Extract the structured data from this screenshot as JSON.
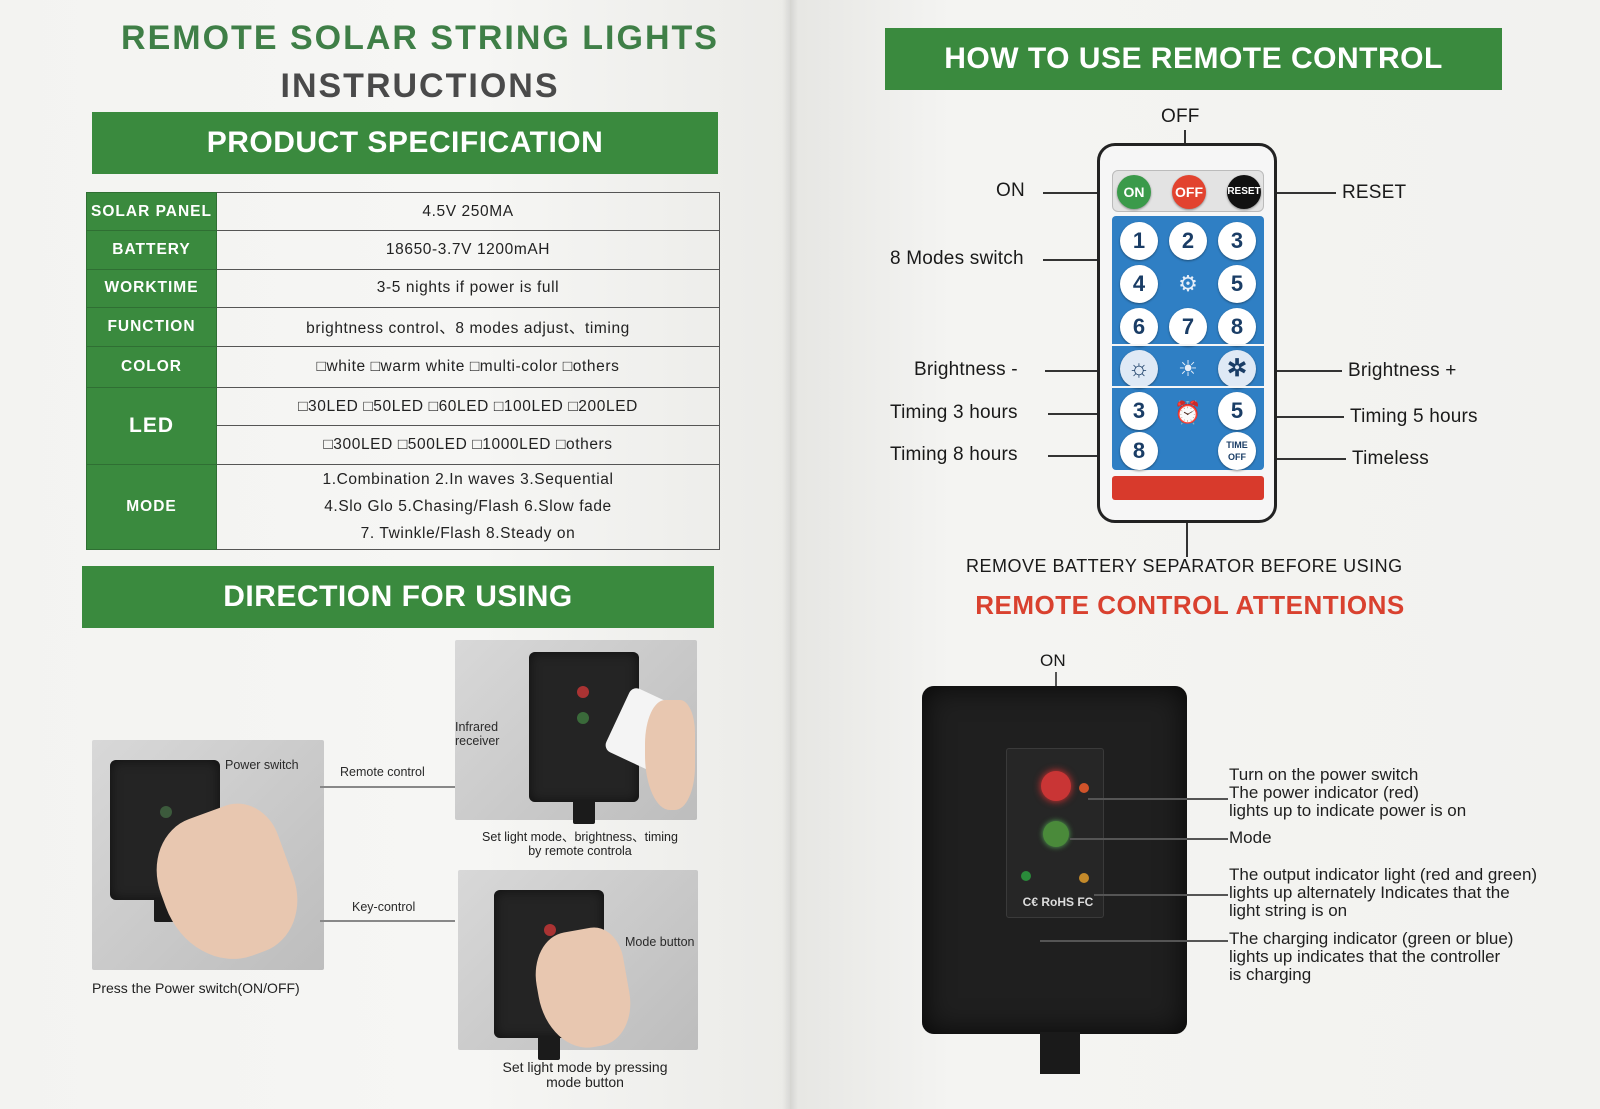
{
  "left": {
    "title_line1": "REMOTE SOLAR STRING LIGHTS",
    "title_line2": "INSTRUCTIONS",
    "spec_heading": "PRODUCT SPECIFICATION",
    "spec": {
      "solar_panel_label": "SOLAR PANEL",
      "solar_panel_value": "4.5V 250MA",
      "battery_label": "BATTERY",
      "battery_value": "18650-3.7V 1200mAH",
      "worktime_label": "WORKTIME",
      "worktime_value": "3-5 nights if power is full",
      "function_label": "FUNCTION",
      "function_value": "brightness control、8 modes adjust、timing",
      "color_label": "COLOR",
      "color_value": "□white □warm white □multi-color □others",
      "led_label": "LED",
      "led_value_1": "□30LED □50LED □60LED □100LED □200LED",
      "led_value_2": "□300LED □500LED □1000LED □others",
      "mode_label": "MODE",
      "mode_value_1": "1.Combination 2.In waves 3.Sequential",
      "mode_value_2": "4.Slo Glo 5.Chasing/Flash 6.Slow fade",
      "mode_value_3": "7. Twinkle/Flash 8.Steady on"
    },
    "direction_heading": "DIRECTION FOR USING",
    "direction": {
      "power_switch": "Power switch",
      "remote_control": "Remote control",
      "infrared_receiver": "Infrared receiver",
      "remote_caption": "Set light mode、brightness、timing by remote controla",
      "key_control": "Key-control",
      "mode_button": "Mode button",
      "power_caption": "Press the Power switch(ON/OFF)",
      "mode_caption": "Set light mode by pressing mode button"
    }
  },
  "right": {
    "remote_heading": "HOW TO USE REMOTE CONTROL",
    "remote": {
      "off_label": "OFF",
      "on_label": "ON",
      "reset_label": "RESET",
      "modes_switch_label": "8 Modes switch",
      "brightness_minus_label": "Brightness -",
      "brightness_plus_label": "Brightness +",
      "timing3_label": "Timing 3 hours",
      "timing5_label": "Timing 5 hours",
      "timing8_label": "Timing 8 hours",
      "timeless_label": "Timeless",
      "btn_on": "ON",
      "btn_off": "OFF",
      "btn_reset": "RESET",
      "btn_1": "1",
      "btn_2": "2",
      "btn_3": "3",
      "btn_4": "4",
      "btn_5": "5",
      "btn_6": "6",
      "btn_7": "7",
      "btn_8": "8",
      "btn_t3": "3",
      "btn_t5": "5",
      "btn_t8": "8",
      "btn_time_off": "TIME OFF",
      "battery_note": "REMOVE BATTERY SEPARATOR BEFORE USING"
    },
    "attention_heading": "REMOTE CONTROL ATTENTIONS",
    "attention": {
      "on_label": "ON",
      "power_text_1": "Turn on the power switch",
      "power_text_2": "The power indicator (red)",
      "power_text_3": "lights up to indicate power is on",
      "mode_text": "Mode",
      "output_text_1": "The output indicator light (red and green)",
      "output_text_2": "lights up alternately Indicates that the",
      "output_text_3": "light string is on",
      "charging_text_1": "The charging indicator (green or blue)",
      "charging_text_2": "lights up indicates that the controller",
      "charging_text_3": "is charging",
      "rohs_text": "C€ RoHS FC"
    }
  },
  "colors": {
    "brand_green": "#3a8a3e",
    "remote_blue": "#2f7fc4",
    "attention_red": "#d9412f"
  }
}
